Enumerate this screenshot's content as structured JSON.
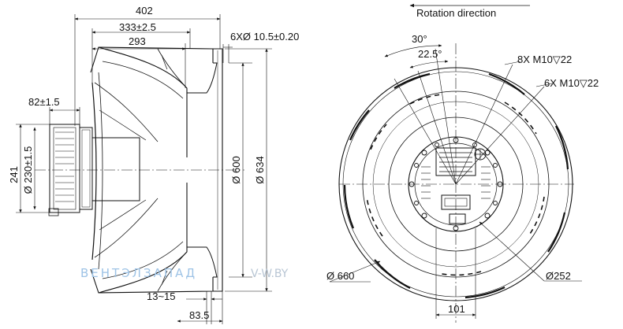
{
  "side_view": {
    "dim_overall_width": "402",
    "dim_outer_depth": "333±2.5",
    "dim_inner_depth": "293",
    "dim_holes": "6XØ 10.5±0.20",
    "dim_motor_depth": "82±1.5",
    "dim_height": "241",
    "dim_motor_dia": "Ø 230±1.5",
    "dim_inlet_dia": "Ø 600",
    "dim_outer_dia": "Ø 634",
    "dim_gap": "13~15",
    "dim_bottom": "83.5"
  },
  "front_view": {
    "rotation_label": "Rotation direction",
    "angle_outer": "30°",
    "angle_inner": "22.5°",
    "thread_8x": "8X M10▽22",
    "thread_6x": "6X M10▽22",
    "dim_impeller_dia": "Ø 660",
    "dim_hub_dia": "Ø252",
    "dim_width": "101"
  },
  "watermark": {
    "brand": "ВЕНТЭЛЗАПАД",
    "site": "V-W.BY"
  },
  "colors": {
    "line": "#111111",
    "watermark": "#9ec3e6"
  }
}
